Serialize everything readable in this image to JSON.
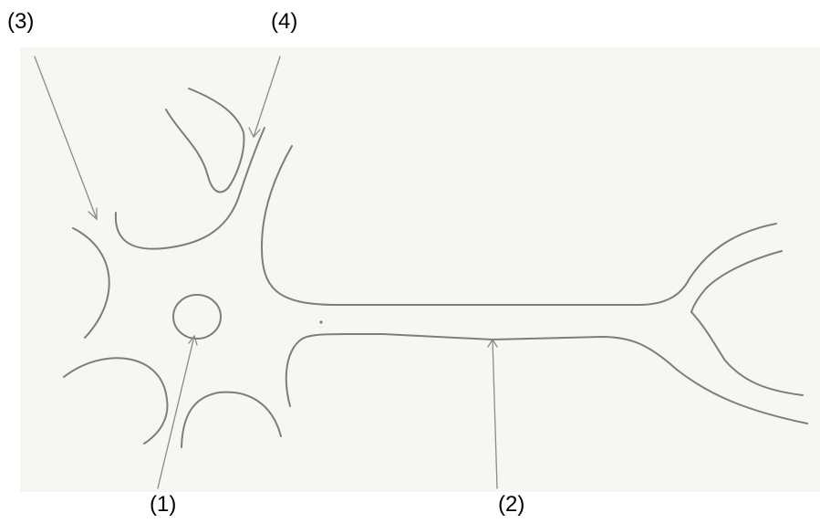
{
  "labels": {
    "label_1": "(1)",
    "label_2": "(2)",
    "label_3": "(3)",
    "label_4": "(4)"
  },
  "colors": {
    "ink": "#7d7d7d",
    "paper": "#f6f6f3",
    "text": "#000000"
  }
}
